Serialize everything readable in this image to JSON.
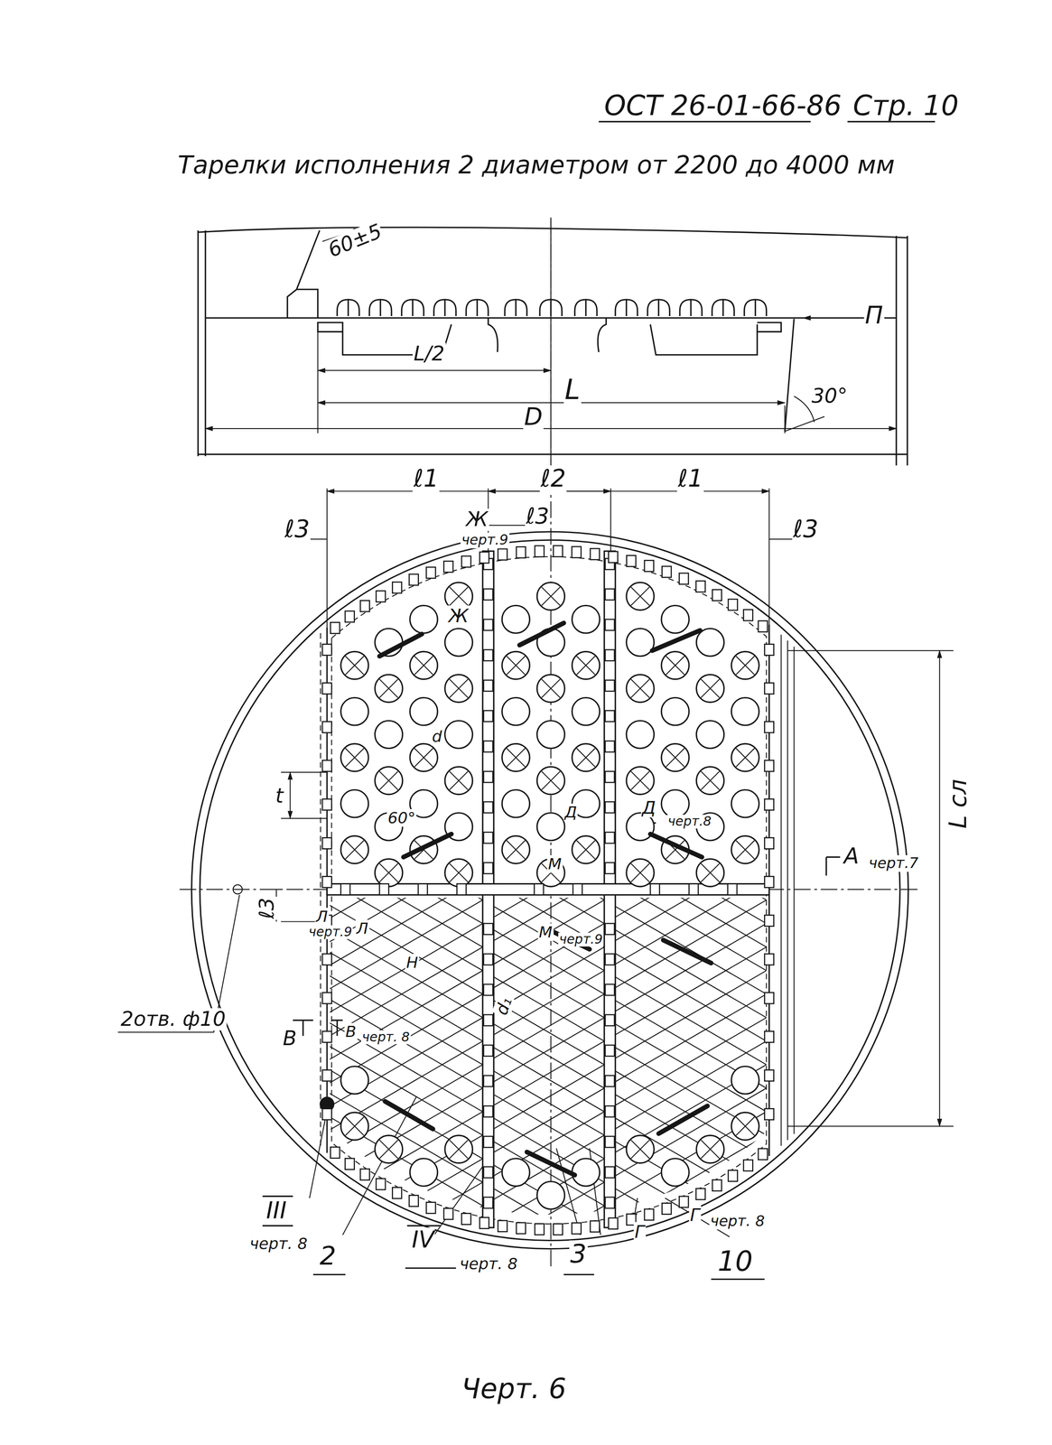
{
  "diagram": {
    "title": "Тарелки исполнения 2 диаметром от 2200 до 4000 мм",
    "caption": "Черт. 6",
    "labels": [
      "ОСТ 26-01-66-86",
      "Стр. 10",
      "60±5",
      "П",
      "L/2",
      "L",
      "30°",
      "D",
      "ℓ1",
      "ℓ2",
      "ℓ1",
      "ℓ3",
      "Ж",
      "черт.9",
      "ℓ3",
      "ℓ3",
      "Ж",
      "t",
      "60°",
      "d",
      "Д",
      "Д",
      "черт.8",
      "М",
      "А",
      "черт.7",
      "L сл",
      "ℓ3",
      "Л",
      "черт.9",
      "Л",
      "М",
      "черт.9",
      "Н",
      "d₁",
      "2отв. ф10",
      "В",
      "В",
      "черт. 8",
      "III",
      "черт. 8",
      "2",
      "IV",
      "черт. 8",
      "3",
      "Г",
      "Г",
      "черт. 8",
      "10"
    ]
  }
}
